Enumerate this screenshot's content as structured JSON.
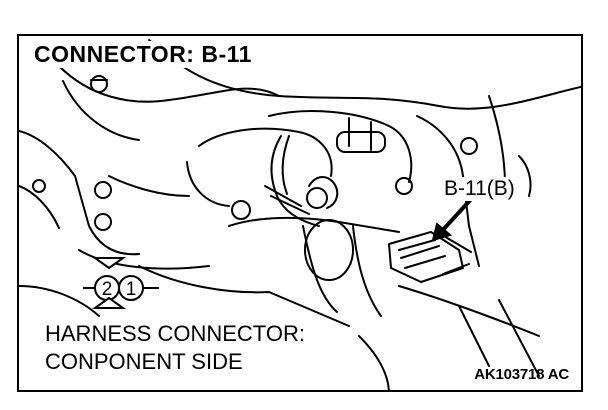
{
  "title": "CONNECTOR: B-11",
  "callout": "B-11(B)",
  "pins": [
    "2",
    "1"
  ],
  "caption": {
    "line1": "HARNESS CONNECTOR:",
    "line2": "CONPONENT SIDE"
  },
  "figure_code": "AK103718 AC"
}
